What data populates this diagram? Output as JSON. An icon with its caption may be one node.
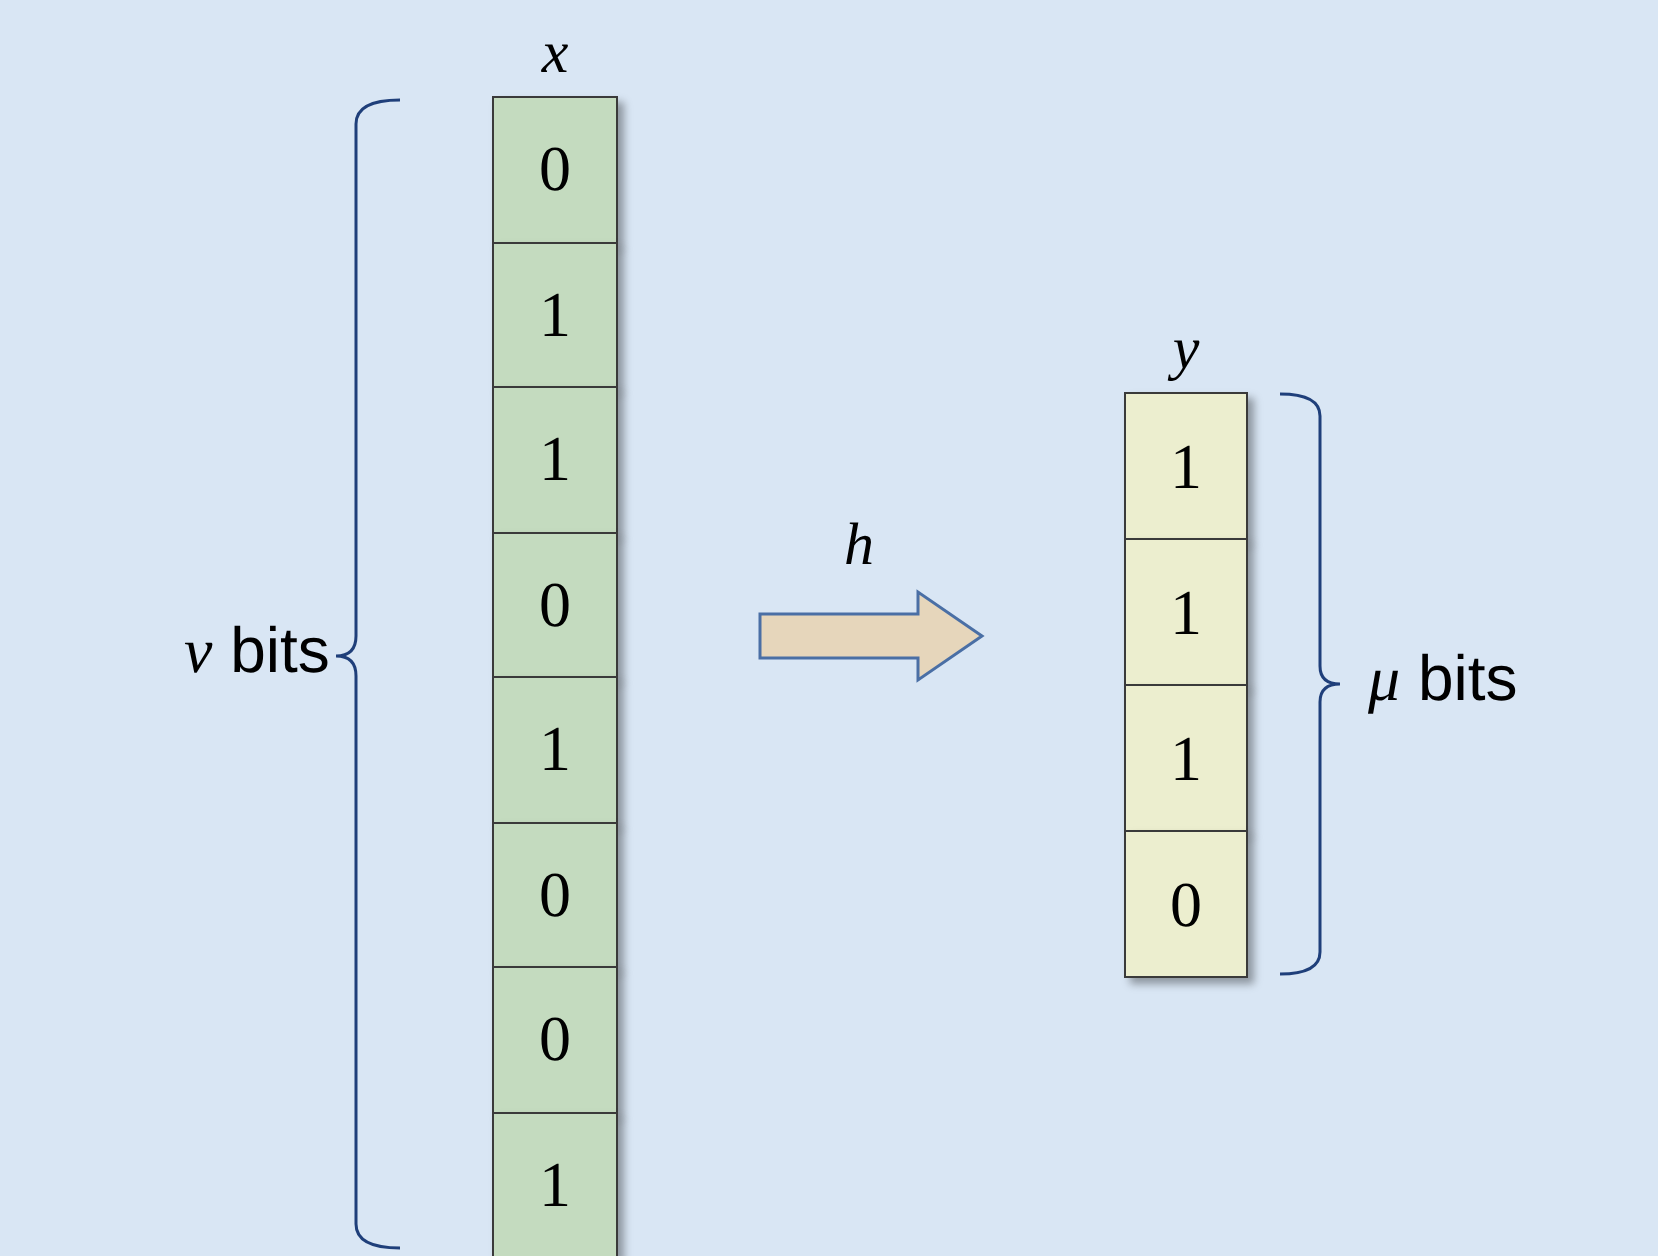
{
  "diagram": {
    "nodes": [
      {
        "text": [
          "x"
        ]
      },
      {
        "text": [
          "0"
        ],
        "in": 0
      },
      {
        "text": [
          "1"
        ],
        "in": 0
      },
      {
        "text": [
          "1"
        ],
        "in": 0
      },
      {
        "text": [
          "0"
        ],
        "in": 0
      },
      {
        "text": [
          "1"
        ],
        "in": 0
      },
      {
        "text": [
          "0"
        ],
        "in": 0
      },
      {
        "text": [
          "0"
        ],
        "in": 0
      },
      {
        "text": [
          "1"
        ],
        "in": 0
      },
      {
        "text": [
          "y"
        ]
      },
      {
        "text": [
          "1"
        ],
        "in": 9
      },
      {
        "text": [
          "1"
        ],
        "in": 9
      },
      {
        "text": [
          "1"
        ],
        "in": 9
      },
      {
        "text": [
          "0"
        ],
        "in": 9
      }
    ],
    "edges": [
      {
        "from": 0,
        "to": 9,
        "arrow": "to",
        "label": "h"
      }
    ],
    "labels": [
      "*v* bits",
      "*μ* bits"
    ]
  }
}
